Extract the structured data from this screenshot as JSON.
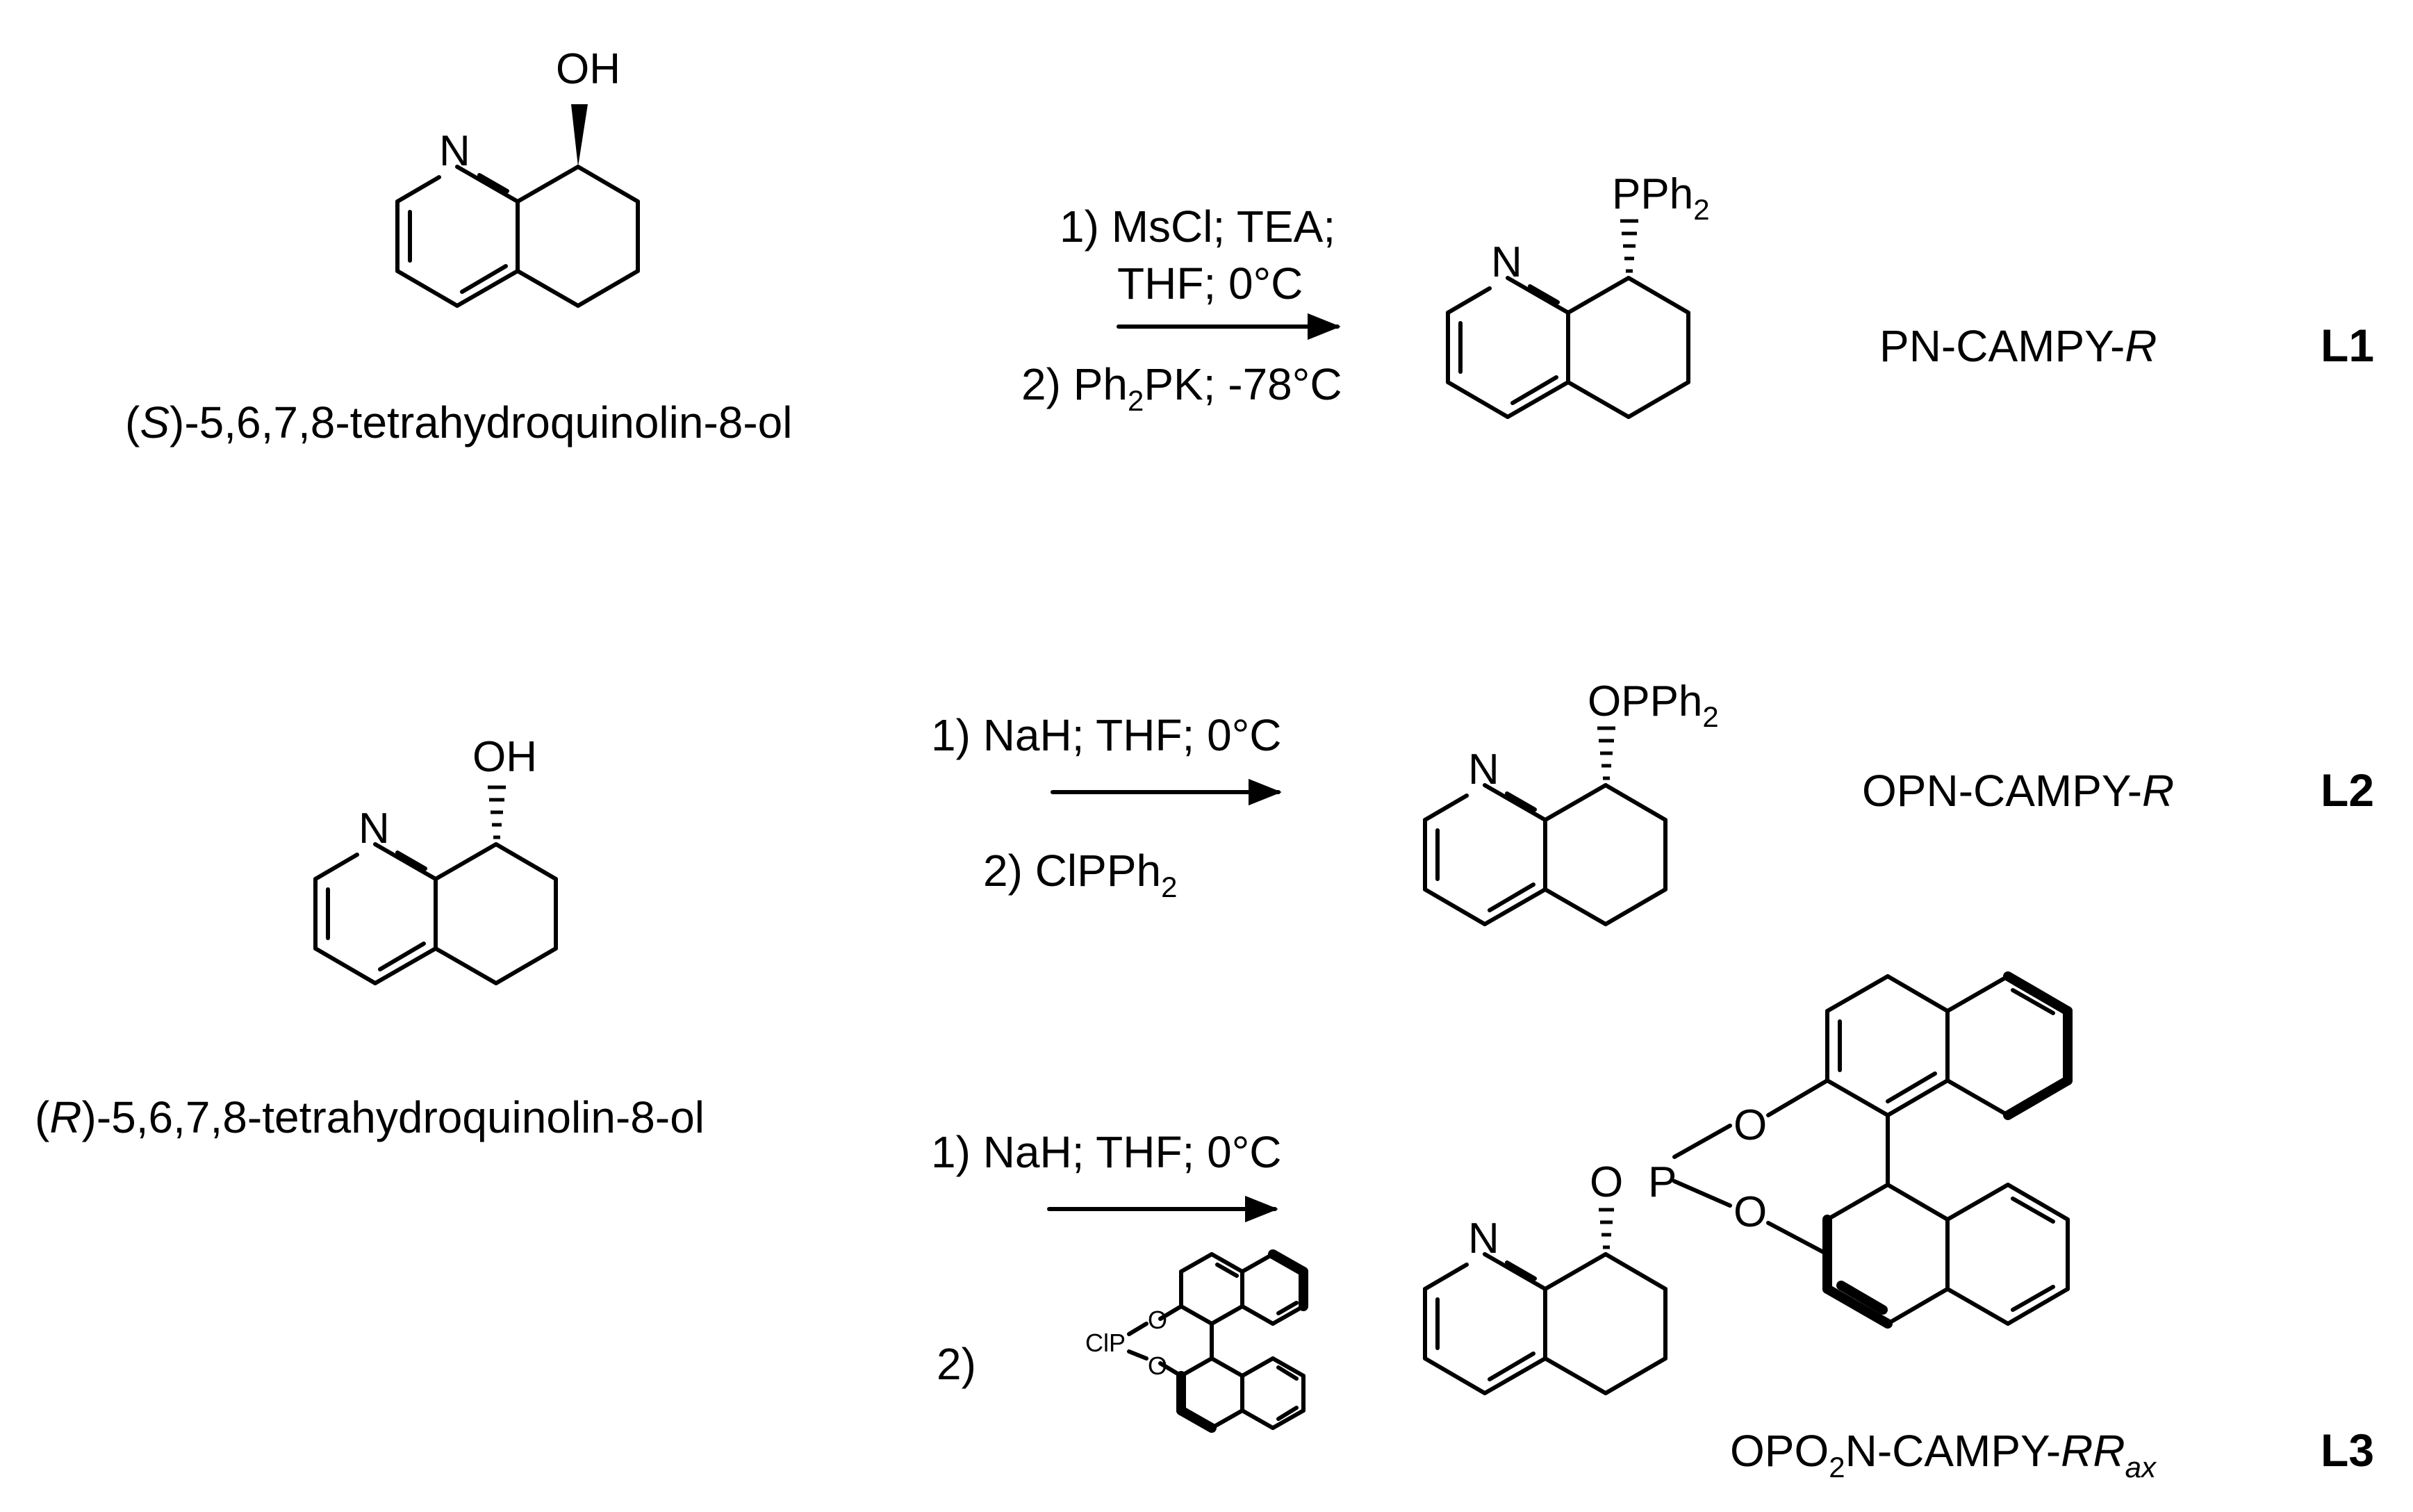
{
  "scheme": {
    "reaction1": {
      "starting_material_name": [
        "(",
        "S",
        ")-5,6,7,8-tetrahydroquinolin-8-ol"
      ],
      "conditions": [
        "1) MsCl; TEA;",
        "THF; 0°C",
        "2) Ph",
        "2",
        "PK; -78°C"
      ],
      "product_substituent": [
        "PPh",
        "2"
      ],
      "ligand_name": [
        "PN-CAMPY-",
        "R"
      ],
      "ligand_id": "L1"
    },
    "reaction2": {
      "starting_material_name": [
        "(",
        "R",
        ")-5,6,7,8-tetrahydroquinolin-8-ol"
      ],
      "conditions": [
        "1) NaH; THF; 0°C",
        "2)  ClPPh",
        "2"
      ],
      "product_substituent": [
        "OPPh",
        "2"
      ],
      "ligand_name": [
        "OPN-CAMPY-",
        "R"
      ],
      "ligand_id": "L2"
    },
    "reaction3": {
      "conditions": [
        "1) NaH; THF; 0°C",
        "2)"
      ],
      "reagent_atoms": [
        "ClP",
        "O",
        "O"
      ],
      "product_atoms": [
        "O",
        "P",
        "O",
        "O"
      ],
      "ligand_name": [
        "OPO",
        "2",
        "N-CAMPY-",
        "RR",
        "ax"
      ],
      "ligand_id": "L3"
    },
    "atoms": {
      "nitrogen": "N",
      "hydroxyl": "OH"
    }
  }
}
